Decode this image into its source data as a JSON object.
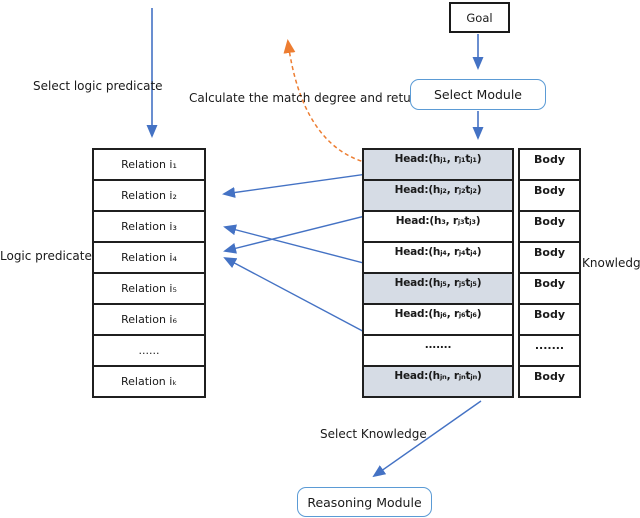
{
  "labels": {
    "select_logic_predicate": "Select logic predicate",
    "calculate_match": "Calculate the match degree and return",
    "logic_predicate": "Logic predicate",
    "knowledge": "Knowledge",
    "select_knowledge": "Select Knowledge"
  },
  "nodes": {
    "goal": "Goal",
    "select_module": "Select Module",
    "reasoning_module": "Reasoning Module"
  },
  "logic_predicate_table": {
    "rows": [
      {
        "label": "Relation i₁"
      },
      {
        "label": "Relation i₂"
      },
      {
        "label": "Relation i₃"
      },
      {
        "label": "Relation i₄"
      },
      {
        "label": "Relation i₅"
      },
      {
        "label": "Relation i₆"
      },
      {
        "label": "......"
      },
      {
        "label": "Relation iₖ"
      }
    ]
  },
  "knowledge_table": {
    "rows": [
      {
        "head": "Head:(hⱼ₁, rⱼ₁tⱼ₁)",
        "body": "Body",
        "shaded": true
      },
      {
        "head": "Head:(hⱼ₂, rⱼ₂tⱼ₂)",
        "body": "Body",
        "shaded": true
      },
      {
        "head": "Head:(h₃, rⱼ₃tⱼ₃)",
        "body": "Body",
        "shaded": false
      },
      {
        "head": "Head:(hⱼ₄, rⱼ₄tⱼ₄)",
        "body": "Body",
        "shaded": false
      },
      {
        "head": "Head:(hⱼ₅, rⱼ₅tⱼ₅)",
        "body": "Body",
        "shaded": true
      },
      {
        "head": "Head:(hⱼ₆, rⱼ₆tⱼ₆)",
        "body": "Body",
        "shaded": false
      },
      {
        "head": ".......",
        "body": ".......",
        "shaded": false
      },
      {
        "head": "Head:(hⱼₙ, rⱼₙtⱼₙ)",
        "body": "Body",
        "shaded": true
      }
    ]
  },
  "colors": {
    "blue": "#4472C4",
    "lightblue": "#5B9BD5",
    "orange": "#ED7D31",
    "shade": "#D6DCE5"
  }
}
